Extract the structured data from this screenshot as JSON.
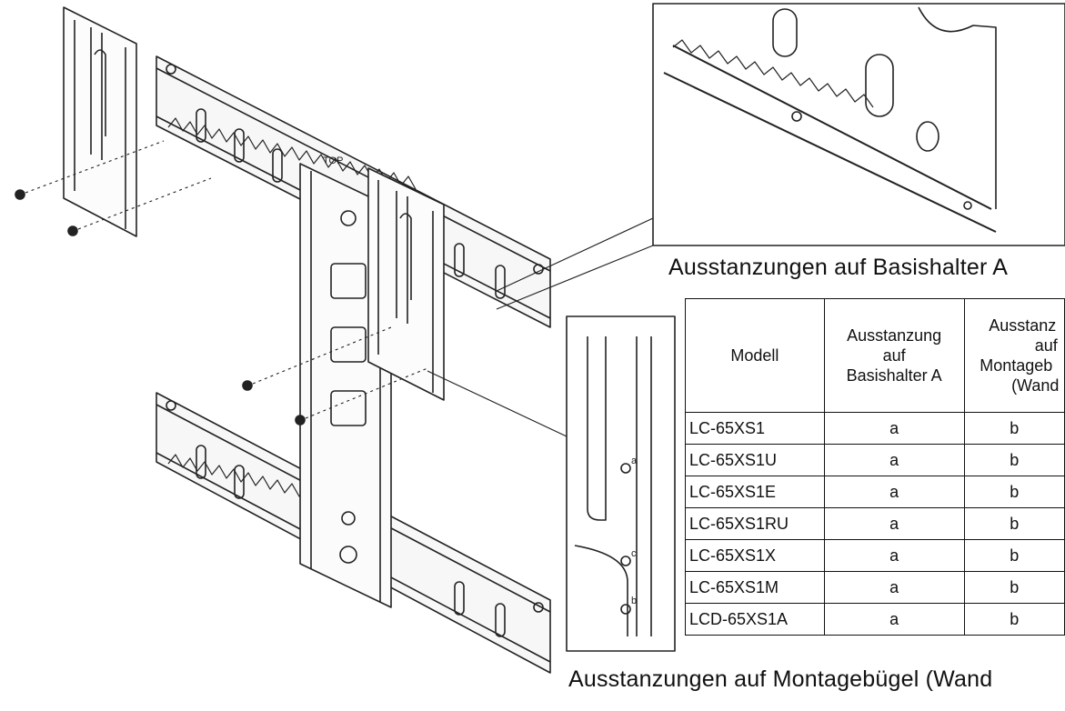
{
  "captions": {
    "punch_marks_base_bracket": "Ausstanzungen auf Basishalter A",
    "punch_marks_mount_bracket": "Ausstanzungen auf Montagebügel (Wand"
  },
  "table": {
    "headers": {
      "model": "Modell",
      "base_bracket_mark": [
        "Ausstanzung",
        "auf",
        "Basishalter A"
      ],
      "mount_bracket_mark": [
        "Ausstanz",
        "auf",
        "Montageb",
        "(Wand"
      ]
    },
    "rows": [
      {
        "model": "LC-65XS1",
        "a": "a",
        "b": "b"
      },
      {
        "model": "LC-65XS1U",
        "a": "a",
        "b": "b"
      },
      {
        "model": "LC-65XS1E",
        "a": "a",
        "b": "b"
      },
      {
        "model": "LC-65XS1RU",
        "a": "a",
        "b": "b"
      },
      {
        "model": "LC-65XS1X",
        "a": "a",
        "b": "b"
      },
      {
        "model": "LC-65XS1M",
        "a": "a",
        "b": "b"
      },
      {
        "model": "LCD-65XS1A",
        "a": "a",
        "b": "b"
      }
    ]
  },
  "illustration": {
    "top_label": "TOP",
    "punch_letters": [
      "a",
      "b",
      "c"
    ]
  }
}
